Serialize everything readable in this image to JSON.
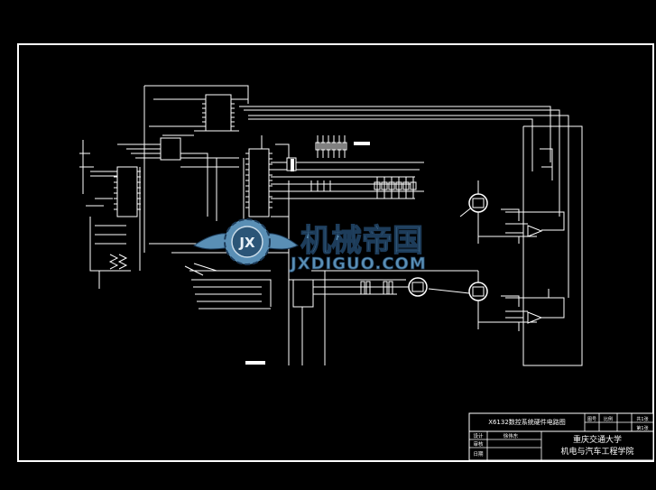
{
  "colors": {
    "background": "#000000",
    "line": "#ffffff",
    "watermark_fill": "#5a8fb5",
    "watermark_dark": "#1d3c5a"
  },
  "title_block": {
    "drawing_title": "X6132数控系统硬件电路图",
    "university": "重庆交通大学",
    "college": "机电与汽车工程学院",
    "row_labels": [
      "设计",
      "审核",
      "日期"
    ],
    "designer_name": "徐伟东",
    "sheet_cells": [
      "图号",
      "比例",
      "共1张",
      "第1张"
    ]
  },
  "watermark": {
    "cn_text": "机械帝国",
    "en_text": "JXDIGUO.COM",
    "logo_letters": "JX"
  }
}
